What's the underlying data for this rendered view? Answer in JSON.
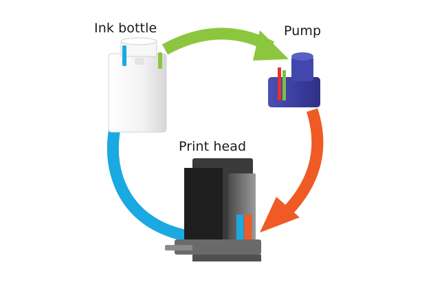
{
  "labels": {
    "ink_bottle": "Ink bottle",
    "pump": "Pump",
    "print_head": "Print head"
  },
  "flow": [
    {
      "from": "ink_bottle",
      "to": "pump",
      "color": "#8cc63f"
    },
    {
      "from": "pump",
      "to": "print_head",
      "color": "#f05a24"
    },
    {
      "from": "print_head",
      "to": "ink_bottle",
      "color": "#1ba9e1"
    }
  ],
  "colors": {
    "bottle": "#f4f4f4",
    "pump": "#3a3d9a",
    "print_head": "#2a2a2a"
  }
}
